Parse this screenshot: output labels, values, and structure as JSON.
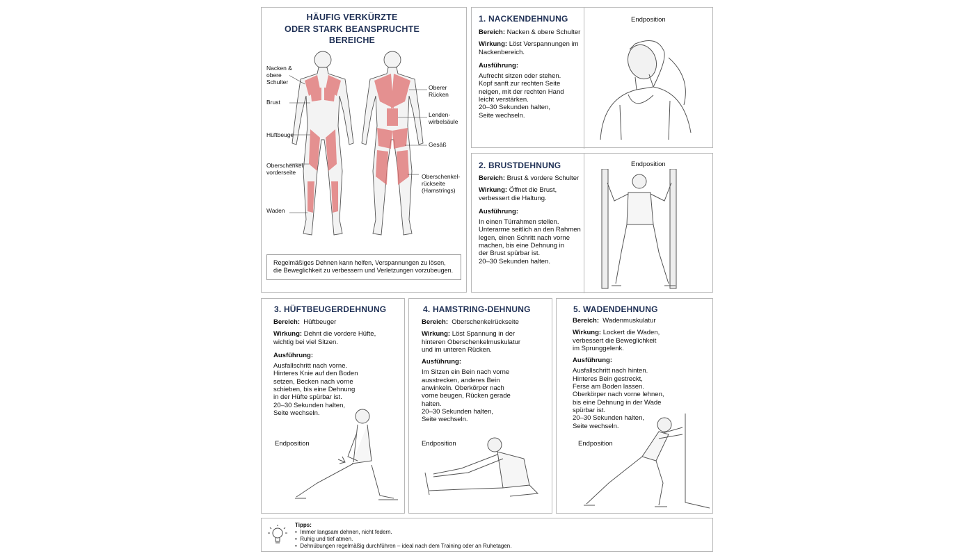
{
  "colors": {
    "heading": "#1f3055",
    "muscle": "#e07070",
    "border": "#b8b8b8"
  },
  "overview": {
    "title_lines": [
      "HÄUFIG VERKÜRZTE",
      "ODER STARK BEANSPRUCHTE",
      "BEREICHE"
    ],
    "left_labels": [
      "Nacken &\nobere\nSchulter",
      "Brust",
      "Hüftbeuger",
      "Oberschenkel-\nvorderseite",
      "Waden"
    ],
    "right_labels": [
      "Oberer\nRücken",
      "Lenden-\nwirbelsäule",
      "Gesäß",
      "Oberschenkel-\nrückseite\n(Hamstrings)"
    ],
    "note": "Regelmäßiges Dehnen kann helfen, Verspannungen zu lösen,\ndie Beweglichkeit zu verbessern und Verletzungen vorzubeugen."
  },
  "labels": {
    "bereich": "Bereich:",
    "wirkung": "Wirkung:",
    "ausfuehrung": "Ausführung:",
    "endposition": "Endposition"
  },
  "exercises": [
    {
      "title": "1. NACKENDEHNUNG",
      "bereich": "Nacken & obere Schulter",
      "wirkung": "Löst Verspannungen im\nNackenbereich.",
      "ausfuehrung": "Aufrecht sitzen oder stehen.\nKopf sanft zur rechten Seite\nneigen, mit der rechten Hand\nleicht verstärken.\n20–30 Sekunden halten,\nSeite wechseln."
    },
    {
      "title": "2. BRUSTDEHNUNG",
      "bereich": "Brust & vordere Schulter",
      "wirkung": "Öffnet die Brust,\nverbessert die Haltung.",
      "ausfuehrung": "In einen Türrahmen stellen.\nUnterarme seitlich an den Rahmen\nlegen, einen Schritt nach vorne\nmachen, bis eine Dehnung in\nder Brust spürbar ist.\n20–30 Sekunden halten."
    },
    {
      "title": "3. HÜFTBEUGERDEHNUNG",
      "bereich": "Hüftbeuger",
      "wirkung": "Dehnt die vordere Hüfte,\nwichtig bei viel Sitzen.",
      "ausfuehrung": "Ausfallschritt nach vorne.\nHinteres Knie auf den Boden\nsetzen, Becken nach vorne\nschieben, bis eine Dehnung\nin der Hüfte spürbar ist.\n20–30 Sekunden halten,\nSeite wechseln."
    },
    {
      "title": "4. HAMSTRING-DEHNUNG",
      "bereich": "Oberschenkelrückseite",
      "wirkung": "Löst Spannung in der\nhinteren Oberschenkelmuskulatur\nund im unteren Rücken.",
      "ausfuehrung": "Im Sitzen ein Bein nach vorne\nausstrecken, anderes Bein\nanwinkeln. Oberkörper nach\nvorne beugen, Rücken gerade\nhalten.\n20–30 Sekunden halten,\nSeite wechseln."
    },
    {
      "title": "5. WADENDEHNUNG",
      "bereich": "Wadenmuskulatur",
      "wirkung": "Lockert die Waden,\nverbessert die Beweglichkeit\nim Sprunggelenk.",
      "ausfuehrung": "Ausfallschritt nach hinten.\nHinteres Bein gestreckt,\nFerse am Boden lassen.\nOberkörper nach vorne lehnen,\nbis eine Dehnung in der Wade\nspürbar ist.\n20–30 Sekunden halten,\nSeite wechseln."
    }
  ],
  "tips": {
    "title": "Tipps:",
    "items": [
      "Immer langsam dehnen, nicht federn.",
      "Ruhig und tief atmen.",
      "Dehnübungen regelmäßig durchführen – ideal nach dem Training oder an Ruhetagen."
    ]
  }
}
